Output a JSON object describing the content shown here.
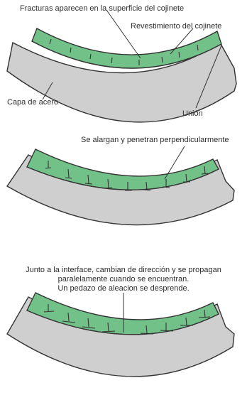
{
  "panel1": {
    "label_fracturas": "Fracturas aparecen en la superficie del cojinete",
    "label_revestimiento": "Revestimiento del cojinete",
    "label_capa": "Capa de acero",
    "label_union": "Unión"
  },
  "panel2": {
    "label": "Se alargan y penetran perpendicularmente"
  },
  "panel3": {
    "line1": "Junto a la interface, cambian de dirección y se propagan",
    "line2": "paralelamente cuando se encuentran.",
    "line3": "Un pedazo de aleacion se desprende."
  },
  "colors": {
    "steel": "#cfcfcf",
    "lining": "#72c189",
    "outline": "#333333"
  }
}
